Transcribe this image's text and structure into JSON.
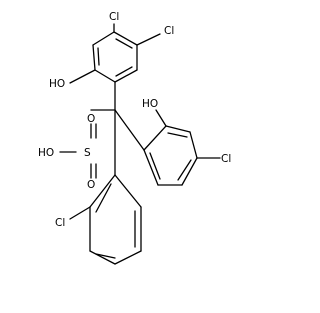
{
  "molecule": {
    "atom_labels": {
      "cl_top": "Cl",
      "cl_right_upper": "Cl",
      "oh_left": "HO",
      "oh_right": "HO",
      "cl_right_ring": "Cl",
      "sulfonic_hydroxyl": "HO",
      "sulfur": "S",
      "oxygen_top": "O",
      "oxygen_bottom": "O",
      "cl_bottom": "Cl"
    }
  }
}
